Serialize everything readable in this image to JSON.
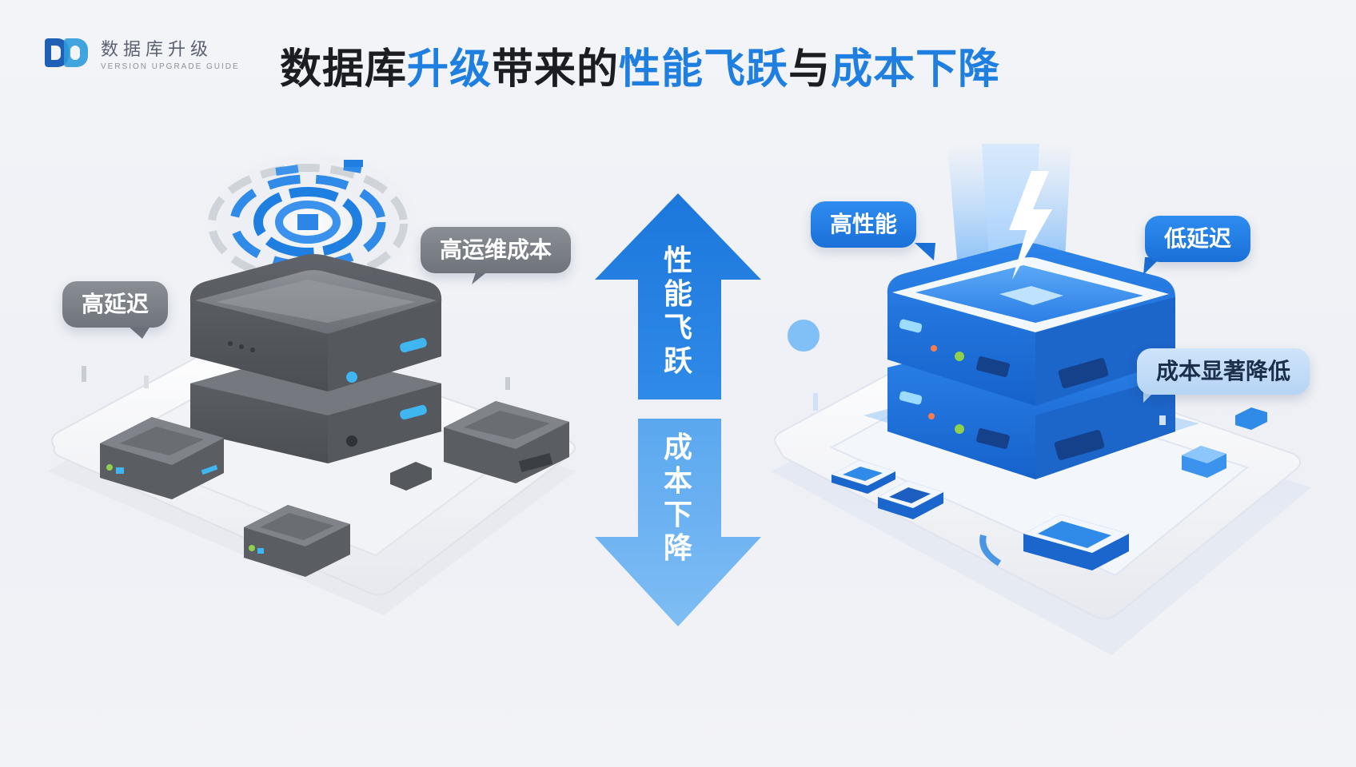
{
  "logo": {
    "name": "数据库升级",
    "sub": "VERSION UPGRADE GUIDE"
  },
  "headline": {
    "part1": "数据库",
    "part2": "升级",
    "part3": "带来的",
    "part4": "性能飞跃",
    "part5": "与",
    "part6": "成本下降"
  },
  "left": {
    "label_latency": "高延迟",
    "label_cost": "高运维成本"
  },
  "center": {
    "up_text": [
      "性",
      "能",
      "飞",
      "跃"
    ],
    "down_text": [
      "成",
      "本",
      "下",
      "降"
    ]
  },
  "right": {
    "label_perf": "高性能",
    "label_latency": "低延迟",
    "label_cost": "成本显著降低"
  },
  "colors": {
    "accent": "#1f7fe0",
    "gray_label": "#7a7e85",
    "blue_label": "#1a70d8"
  }
}
